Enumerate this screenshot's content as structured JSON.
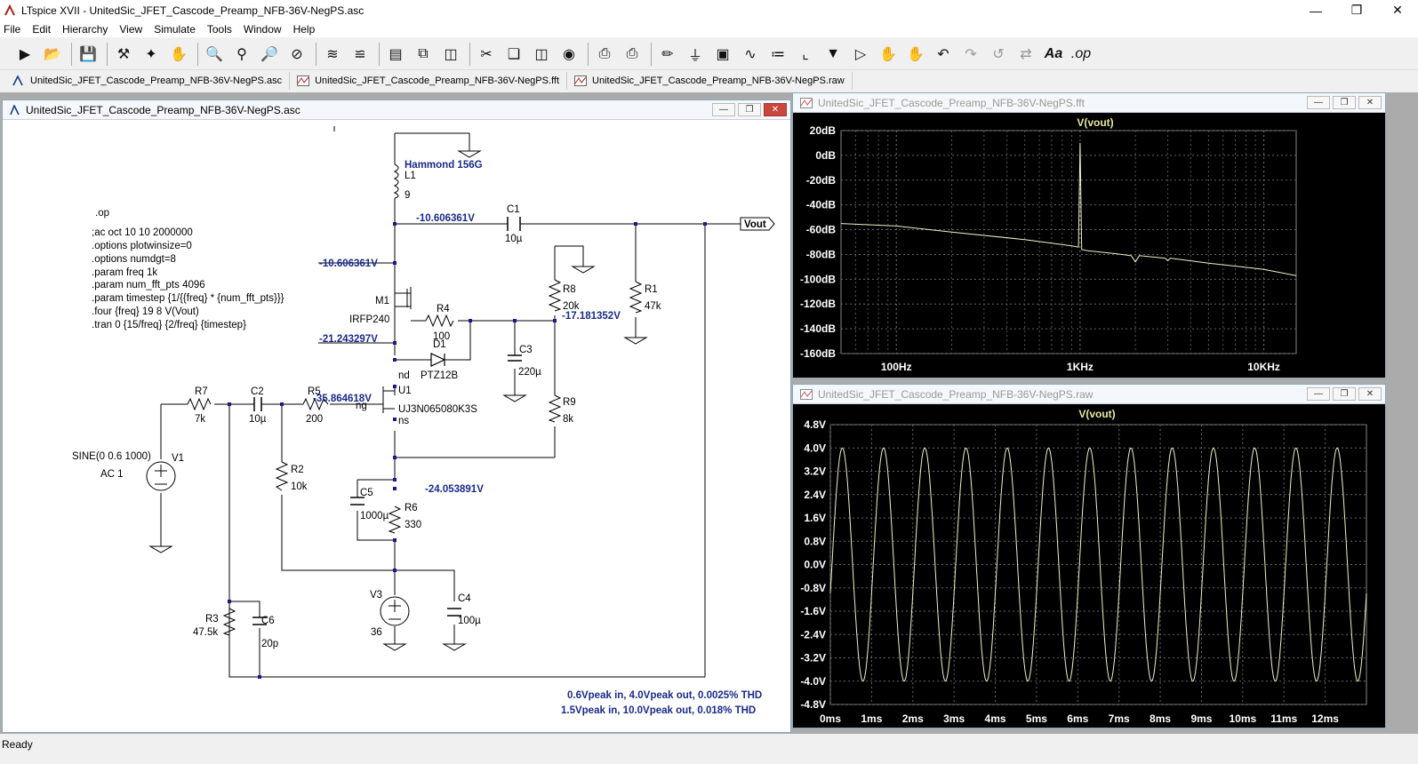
{
  "window": {
    "title": "LTspice XVII - UnitedSic_JFET_Cascode_Preamp_NFB-36V-NegPS.asc"
  },
  "menu": [
    "File",
    "Edit",
    "Hierarchy",
    "View",
    "Simulate",
    "Tools",
    "Window",
    "Help"
  ],
  "toolbar": [
    "run",
    "open",
    "save",
    "control-panel",
    "probe",
    "pan",
    "zoom-in",
    "zoom-fit",
    "zoom-out",
    "zoom-cancel",
    "plot",
    "plot-off",
    "tile-h",
    "cascade",
    "tile-v",
    "cut",
    "copy",
    "paste",
    "find",
    "print-setup",
    "print",
    "wire",
    "ground",
    "label",
    "resistor",
    "capacitor",
    "inductor",
    "diode",
    "component",
    "move",
    "drag",
    "undo",
    "redo",
    "rotate",
    "mirror",
    "text",
    "spice-op"
  ],
  "toolbar_text": {
    "text": "Aa",
    "op": ".op"
  },
  "tabs": [
    "UnitedSic_JFET_Cascode_Preamp_NFB-36V-NegPS.asc",
    "UnitedSic_JFET_Cascode_Preamp_NFB-36V-NegPS.fft",
    "UnitedSic_JFET_Cascode_Preamp_NFB-36V-NegPS.raw"
  ],
  "schematic": {
    "caption": "UnitedSic_JFET_Cascode_Preamp_NFB-36V-NegPS.asc",
    "directives": [
      ".op",
      ";ac oct 10 10 2000000",
      ".options plotwinsize=0",
      ".options numdgt=8",
      ".param freq 1k",
      ".param num_fft_pts 4096",
      ".param timestep {1/{{freq} * {num_fft_pts}}}",
      ".four {freq} 19 8 V(Vout)",
      ".tran 0 {15/freq} {2/freq} {timestep}"
    ],
    "components": {
      "L1": {
        "name": "L1",
        "model": "Hammond 156G",
        "value": "9"
      },
      "C1": {
        "name": "C1",
        "value": "10µ"
      },
      "R1": {
        "name": "R1",
        "value": "47k"
      },
      "M1": {
        "name": "M1",
        "value": "IRFP240"
      },
      "R4": {
        "name": "R4",
        "value": "100"
      },
      "D1": {
        "name": "D1",
        "value": "PTZ12B"
      },
      "R8": {
        "name": "R8",
        "value": "20k"
      },
      "C3": {
        "name": "C3",
        "value": "220µ"
      },
      "R9": {
        "name": "R9",
        "value": "8k"
      },
      "U1": {
        "name": "U1",
        "value": "UJ3N065080K3S"
      },
      "R7": {
        "name": "R7",
        "value": "7k"
      },
      "C2": {
        "name": "C2",
        "value": "10µ"
      },
      "R5": {
        "name": "R5",
        "value": "200"
      },
      "R2": {
        "name": "R2",
        "value": "10k"
      },
      "V1": {
        "name": "V1",
        "value": "SINE(0 0.6 1000)",
        "ac": "AC 1"
      },
      "C5": {
        "name": "C5",
        "value": "1000µ"
      },
      "R6": {
        "name": "R6",
        "value": "330"
      },
      "V3": {
        "name": "V3",
        "value": "36"
      },
      "C4": {
        "name": "C4",
        "value": "100µ"
      },
      "R3": {
        "name": "R3",
        "value": "47.5k"
      },
      "C6": {
        "name": "C6",
        "value": "20p"
      }
    },
    "pins": {
      "nd": "nd",
      "ng": "ng",
      "ns": "ns"
    },
    "voltages": {
      "v1": "-10.606361V",
      "v2": "-10.606361V",
      "v3": "-17.181352V",
      "v4": "-21.243297V",
      "v5": "-35.864618V",
      "v6": "-24.053891V"
    },
    "vout_label": "Vout",
    "notes": [
      "0.6Vpeak in, 4.0Vpeak out, 0.0025% THD",
      "1.5Vpeak in, 10.0Vpeak out, 0.018% THD"
    ]
  },
  "fft": {
    "caption": "UnitedSic_JFET_Cascode_Preamp_NFB-36V-NegPS.fft",
    "trace": "V(vout)",
    "y_ticks": [
      "20dB",
      "0dB",
      "-20dB",
      "-40dB",
      "-60dB",
      "-80dB",
      "-100dB",
      "-120dB",
      "-140dB",
      "-160dB"
    ],
    "x_ticks": [
      "100Hz",
      "1KHz",
      "10KHz"
    ]
  },
  "tran": {
    "caption": "UnitedSic_JFET_Cascode_Preamp_NFB-36V-NegPS.raw",
    "trace": "V(vout)",
    "y_ticks": [
      "4.8V",
      "4.0V",
      "3.2V",
      "2.4V",
      "1.6V",
      "0.8V",
      "0.0V",
      "-0.8V",
      "-1.6V",
      "-2.4V",
      "-3.2V",
      "-4.0V",
      "-4.8V"
    ],
    "x_ticks": [
      "0ms",
      "1ms",
      "2ms",
      "3ms",
      "4ms",
      "5ms",
      "6ms",
      "7ms",
      "8ms",
      "9ms",
      "10ms",
      "11ms",
      "12ms"
    ]
  },
  "chart_data": [
    {
      "type": "line",
      "title": "V(vout)",
      "x_scale": "log",
      "xlim": [
        50,
        15000
      ],
      "ylim": [
        -160,
        20
      ],
      "x_ticks": [
        "100Hz",
        "1KHz",
        "10KHz"
      ],
      "y_unit": "dB",
      "series": [
        {
          "name": "V(vout)",
          "x": [
            50,
            100,
            200,
            500,
            900,
            980,
            1000,
            1020,
            1100,
            1500,
            1900,
            2000,
            2100,
            2900,
            3000,
            3100,
            5000,
            10000,
            15000
          ],
          "y": [
            -55,
            -57,
            -62,
            -68,
            -73,
            -74,
            10,
            -76,
            -77,
            -79,
            -81,
            -86,
            -81,
            -83,
            -85,
            -83,
            -87,
            -92,
            -97
          ]
        }
      ]
    },
    {
      "type": "line",
      "title": "V(vout)",
      "xlim": [
        0,
        13
      ],
      "ylim": [
        -4.8,
        4.8
      ],
      "x_unit": "ms",
      "y_unit": "V",
      "waveform": "sine",
      "frequency_hz": 1000,
      "amplitude_v": 4.0,
      "x_range_ms": [
        0,
        13
      ],
      "series": [
        {
          "name": "V(vout)",
          "x": [
            0,
            0.25,
            0.5,
            0.75,
            1,
            1.25,
            1.5,
            1.75,
            2
          ],
          "y": [
            -1.0,
            3.9,
            1.0,
            -3.9,
            -1.0,
            3.9,
            1.0,
            -3.9,
            -1.0
          ]
        }
      ]
    }
  ],
  "status": "Ready"
}
